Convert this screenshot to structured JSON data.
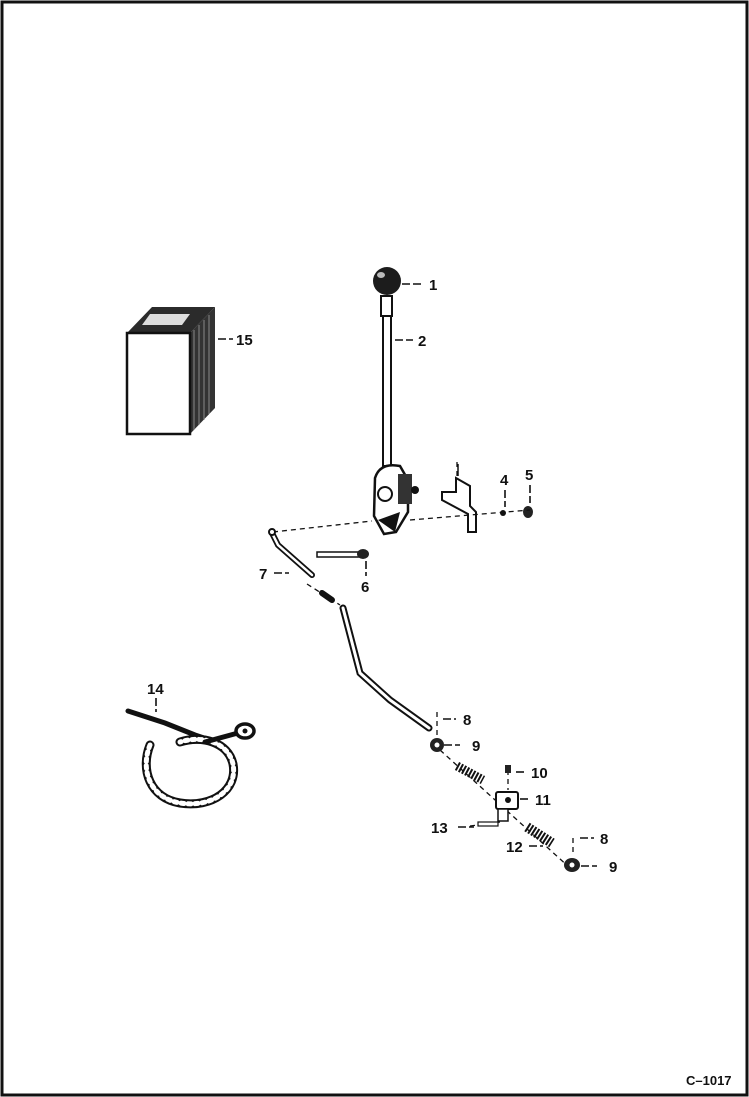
{
  "figure_id": "C–1017",
  "callouts": [
    {
      "id": "c1",
      "number": "1"
    },
    {
      "id": "c2",
      "number": "2"
    },
    {
      "id": "c4",
      "number": "4"
    },
    {
      "id": "c5",
      "number": "5"
    },
    {
      "id": "c6",
      "number": "6"
    },
    {
      "id": "c7",
      "number": "7"
    },
    {
      "id": "c8a",
      "number": "8"
    },
    {
      "id": "c9a",
      "number": "9"
    },
    {
      "id": "c10",
      "number": "10"
    },
    {
      "id": "c11",
      "number": "11"
    },
    {
      "id": "c12",
      "number": "12"
    },
    {
      "id": "c13",
      "number": "13"
    },
    {
      "id": "c8b",
      "number": "8"
    },
    {
      "id": "c9b",
      "number": "9"
    },
    {
      "id": "c14",
      "number": "14"
    },
    {
      "id": "c15",
      "number": "15"
    }
  ],
  "colors": {
    "ink": "#111111",
    "paper": "#ffffff",
    "shade": "#555555"
  }
}
